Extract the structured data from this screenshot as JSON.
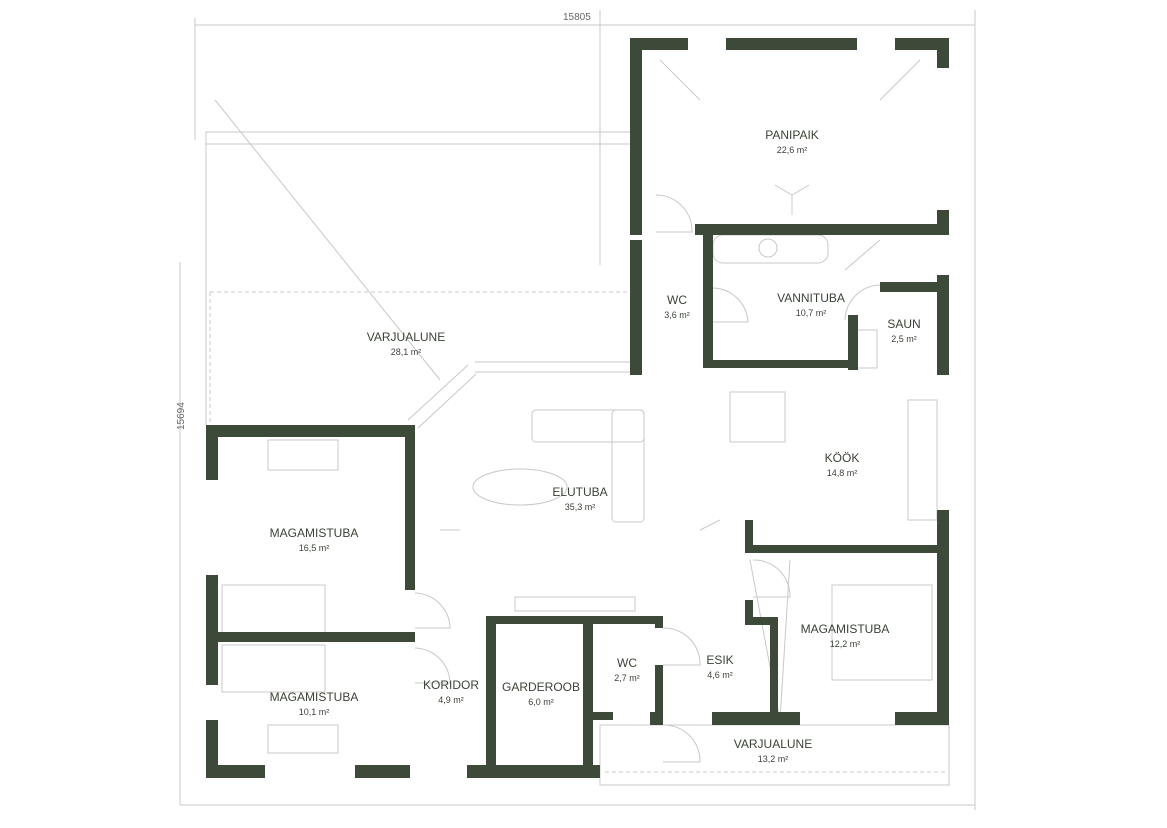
{
  "dimensions": {
    "width": "15805",
    "height": "15694"
  },
  "rooms": [
    {
      "name": "PANIPAIK",
      "area": "22,6 m²"
    },
    {
      "name": "WC",
      "area": "3,6 m²"
    },
    {
      "name": "VANNITUBA",
      "area": "10,7 m²"
    },
    {
      "name": "SAUN",
      "area": "2,5 m²"
    },
    {
      "name": "VARJUALUNE",
      "area": "28,1 m²"
    },
    {
      "name": "ELUTUBA",
      "area": "35,3 m²"
    },
    {
      "name": "KÖÖK",
      "area": "14,8 m²"
    },
    {
      "name": "MAGAMISTUBA",
      "area": "16,5 m²"
    },
    {
      "name": "MAGAMISTUBA",
      "area": "10,1 m²"
    },
    {
      "name": "KORIDOR",
      "area": "4,9 m²"
    },
    {
      "name": "GARDEROOB",
      "area": "6,0 m²"
    },
    {
      "name": "WC",
      "area": "2,7 m²"
    },
    {
      "name": "ESIK",
      "area": "4,6 m²"
    },
    {
      "name": "MAGAMISTUBA",
      "area": "12,2 m²"
    },
    {
      "name": "VARJUALUNE",
      "area": "13,2 m²"
    }
  ],
  "colors": {
    "wall": "#3d4a3a",
    "text": "#3a4236"
  }
}
